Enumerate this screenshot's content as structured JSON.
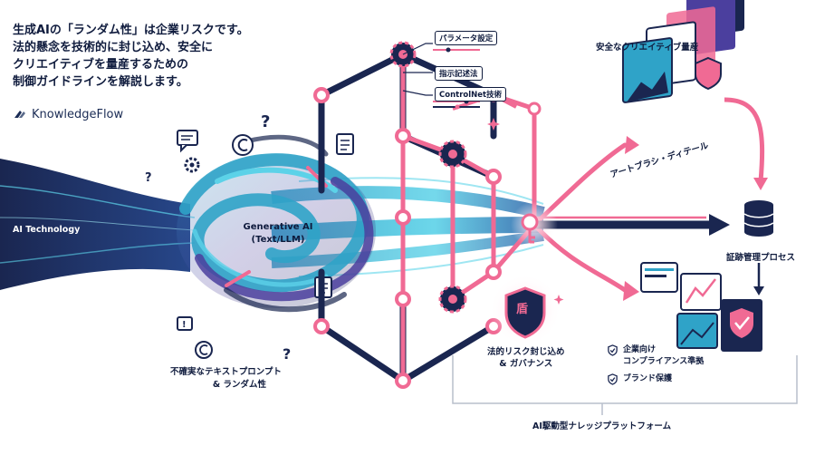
{
  "headline": {
    "line1": "生成AIの「ランダム性」は企業リスクです。",
    "line2": "法的懸念を技術的に封じ込め、安全に",
    "line3": "クリエイティブを量産するための",
    "line4": "制御ガイドラインを解説します。"
  },
  "brand": {
    "name": "KnowledgeFlow",
    "icon": "knowledgeflow-logo-icon"
  },
  "left_label": "AI Technology",
  "center_label": {
    "line1": "Generative AI",
    "line2": "(Text/LLM)"
  },
  "bottom_left_caption": {
    "line1": "不確実なテキストプロンプト",
    "line2": "& ランダム性"
  },
  "control_tags": [
    "パラメータ設定",
    "指示記述法",
    "ControlNet技術"
  ],
  "governance_caption": {
    "line1": "法的リスク封じ込め",
    "line2": "& ガバナンス"
  },
  "shield_glyph": "盾",
  "top_right_title": "安全なクリエイティブ量産",
  "art_caption": "アートブラシ・ディテール",
  "evidence_label": "証跡管理プロセス",
  "checklist": [
    {
      "line1": "企業向け",
      "line2": "コンプライアンス準拠",
      "icon": "shield-check-icon"
    },
    {
      "line1": "ブランド保護",
      "line2": "",
      "icon": "shield-check-icon"
    }
  ],
  "platform_label": "AI駆動型ナレッジプラットフォーム",
  "colors": {
    "navy": "#1a2650",
    "pink": "#f06a94",
    "teal": "#2fa3c8",
    "cyan": "#5cd2e8",
    "purple": "#4b3f9e"
  },
  "icons": [
    "question-icon",
    "copyright-icon",
    "document-icon",
    "chat-bubble-icon",
    "gear-icon",
    "key-icon",
    "shield-icon",
    "database-icon",
    "image-card-icon",
    "dashboard-card-icon"
  ]
}
